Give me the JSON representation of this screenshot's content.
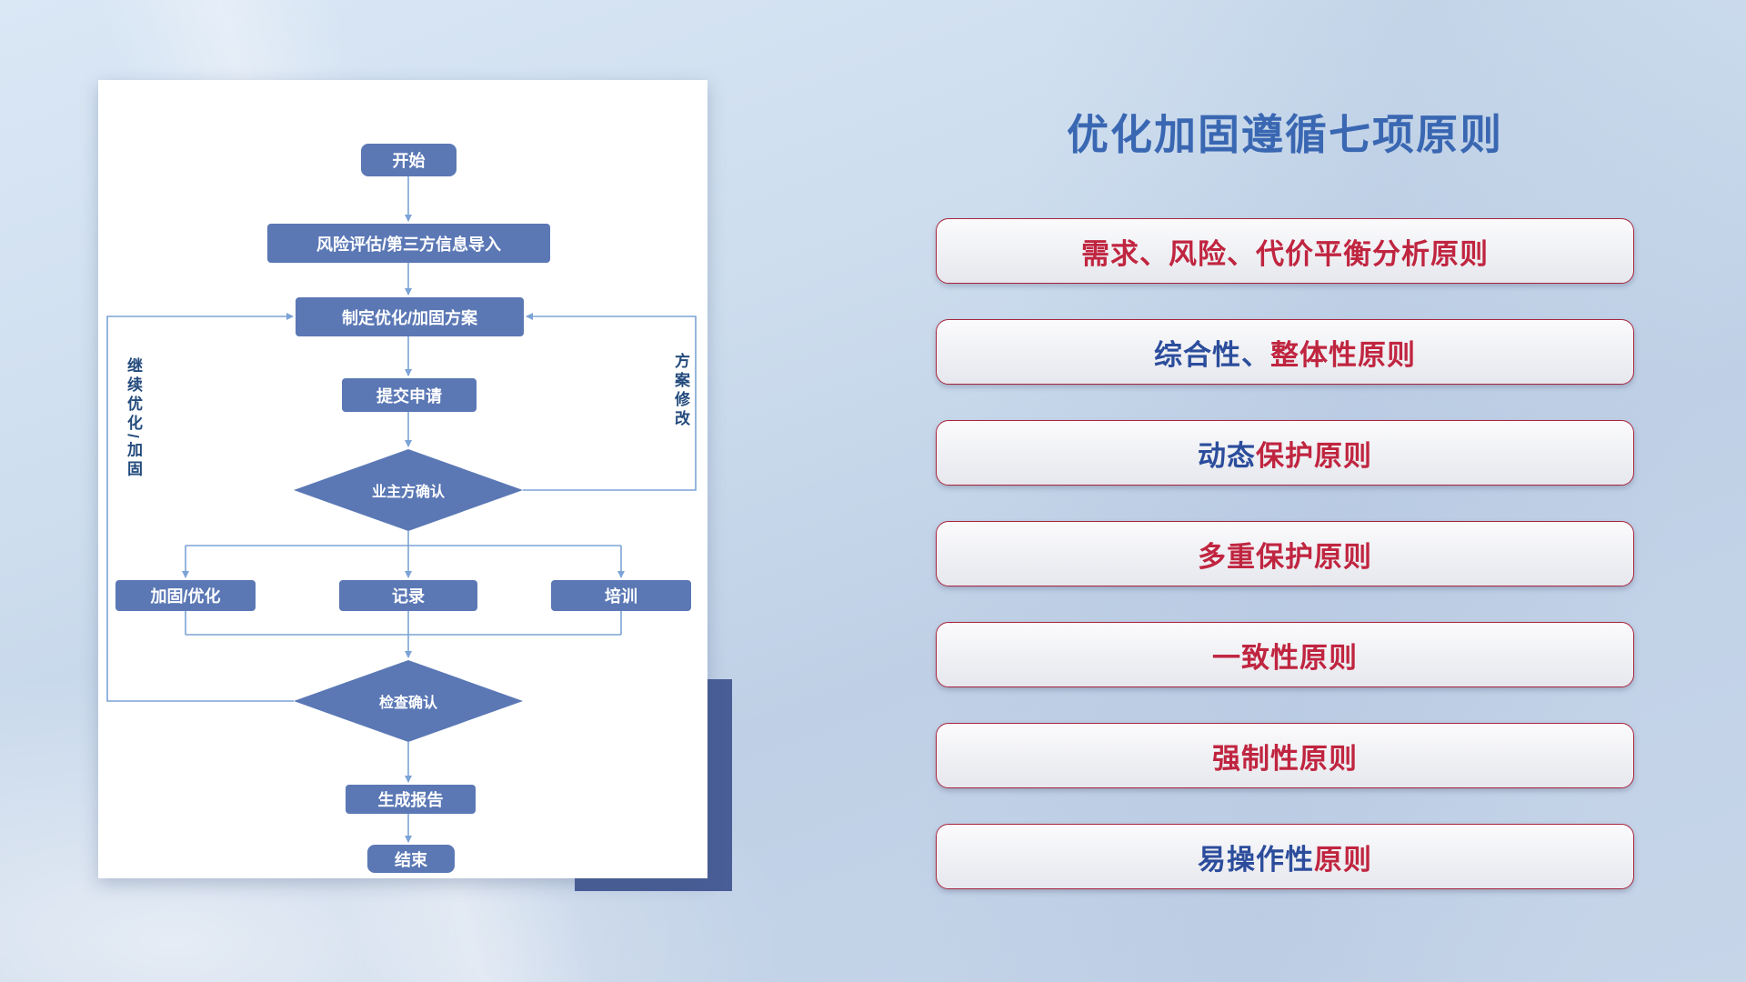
{
  "title": "优化加固遵循七项原则",
  "flowchart": {
    "nodes": {
      "start": "开始",
      "risk_import": "风险评估/第三方信息导入",
      "make_plan": "制定优化/加固方案",
      "submit": "提交申请",
      "owner_confirm": "业主方确认",
      "reinforce": "加固/优化",
      "record": "记录",
      "train": "培训",
      "check_confirm": "检查确认",
      "report": "生成报告",
      "end": "结束"
    },
    "side_labels": {
      "left": "继续优化/加固",
      "right": "方案修改"
    }
  },
  "principles": [
    {
      "segments": [
        {
          "text": "需求、风险、代价平衡分析原则",
          "color": "#c02540"
        }
      ]
    },
    {
      "segments": [
        {
          "text": "综合性、",
          "color": "#2c4d9c"
        },
        {
          "text": "整体性原则",
          "color": "#c02540"
        }
      ]
    },
    {
      "segments": [
        {
          "text": "动态",
          "color": "#2c4d9c"
        },
        {
          "text": "保护原则",
          "color": "#c02540"
        }
      ]
    },
    {
      "segments": [
        {
          "text": "多重保护原则",
          "color": "#c02540"
        }
      ]
    },
    {
      "segments": [
        {
          "text": "一致性原则",
          "color": "#c02540"
        }
      ]
    },
    {
      "segments": [
        {
          "text": "强制性原则",
          "color": "#c02540"
        }
      ]
    },
    {
      "segments": [
        {
          "text": "易操作性",
          "color": "#2c4d9c"
        },
        {
          "text": "原则",
          "color": "#c02540"
        }
      ]
    }
  ],
  "colors": {
    "title": "#3a67b2",
    "node_fill": "#5b78b5",
    "connector": "#7ba3d6",
    "principle_border": "#a8243c",
    "accent_block": "#495e97",
    "side_label": "#234a7c"
  }
}
